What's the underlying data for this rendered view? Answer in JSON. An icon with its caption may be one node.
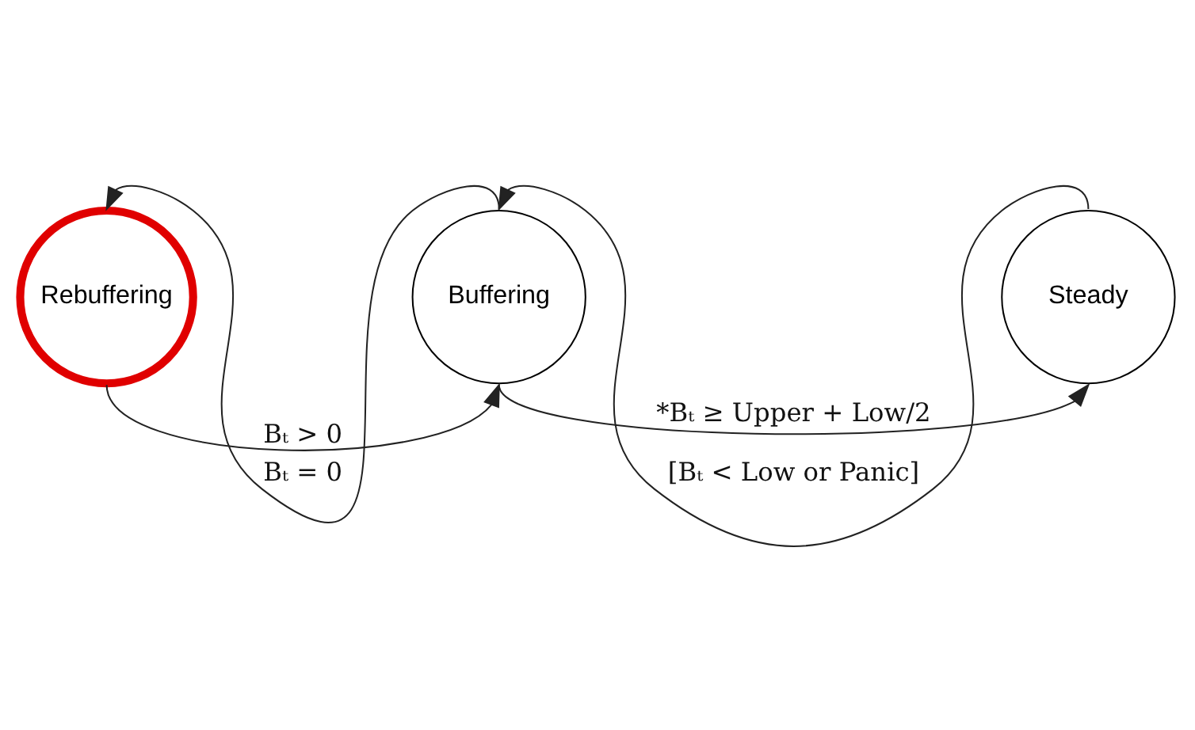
{
  "diagram": {
    "nodes": [
      {
        "text": [
          "Rebuffering"
        ]
      },
      {
        "text": [
          "Buffering"
        ]
      },
      {
        "text": [
          "Steady"
        ]
      }
    ],
    "edges": [
      {
        "from": 1,
        "to": 0,
        "arrow": "to",
        "label": "Bₜ = 0"
      },
      {
        "from": 2,
        "to": 1,
        "arrow": "to",
        "label": "[Bₜ < Low or Panic]"
      },
      {
        "from": 0,
        "to": 1,
        "arrow": "to",
        "label": "Bₜ > 0"
      },
      {
        "from": 1,
        "to": 2,
        "arrow": "to",
        "label": "*Bₜ ≥ Upper + Low/2"
      }
    ]
  }
}
